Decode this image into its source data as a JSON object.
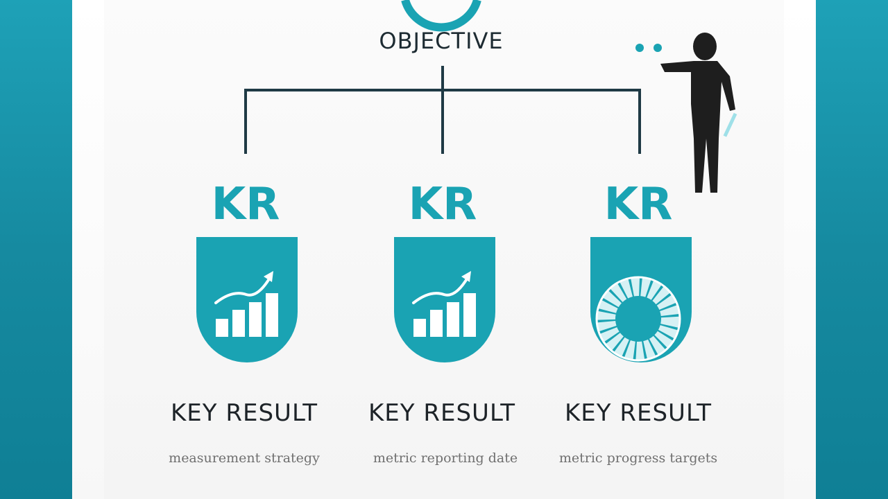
{
  "objective": {
    "title": "OBJECTIVE"
  },
  "key_results": [
    {
      "badge": "KR",
      "title": "KEY RESULT",
      "description": "measurement strategy",
      "icon": "bar-chart-up-icon"
    },
    {
      "badge": "KR",
      "title": "KEY RESULT",
      "description": "metric reporting date",
      "icon": "bar-chart-up-icon"
    },
    {
      "badge": "KR",
      "title": "KEY RESULT",
      "description": "metric progress targets",
      "icon": "donut-progress-icon"
    }
  ],
  "colors": {
    "accent": "#1aa3b3",
    "frame": "#168aa0",
    "connector": "#1f3a45",
    "text_dark": "#1d2328"
  }
}
